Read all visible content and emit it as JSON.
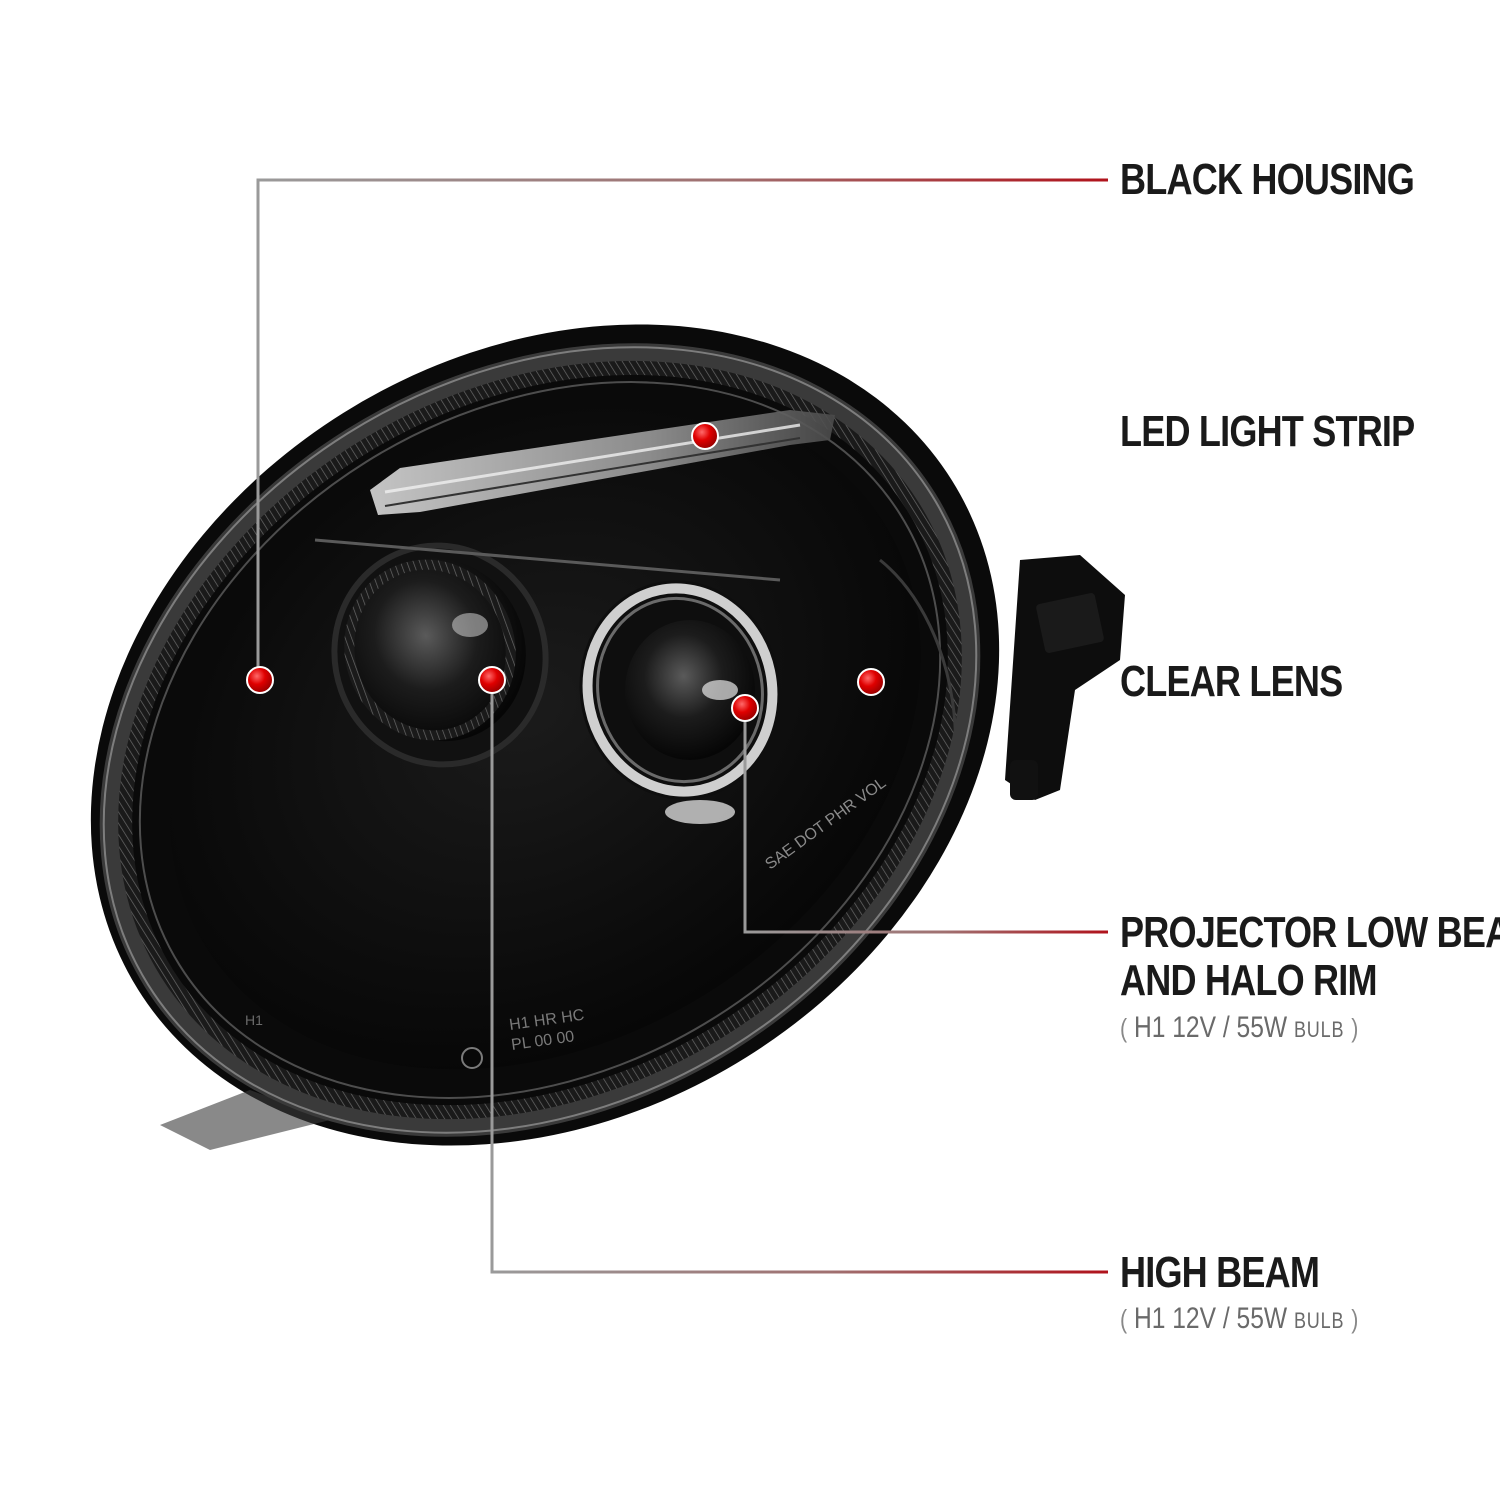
{
  "callouts": {
    "black_housing": {
      "label": "BLACK HOUSING"
    },
    "led_strip": {
      "label": "LED LIGHT STRIP"
    },
    "clear_lens": {
      "label": "CLEAR LENS"
    },
    "projector": {
      "label_line1": "PROJECTOR LOW BEAM",
      "label_line2": "AND HALO RIM",
      "spec": "H1 12V / 55W",
      "spec_unit": "BULB"
    },
    "high_beam": {
      "label": "HIGH BEAM",
      "spec": "H1 12V / 55W",
      "spec_unit": "BULB"
    }
  },
  "lens_markings": {
    "vol": "SAE DOT PHR VOL",
    "h1_left": "H1",
    "codes": "H1  HR  HC",
    "codes2": "PL  00  00"
  },
  "colors": {
    "callout_line_gray": "#9a9a9a",
    "callout_line_red": "#b0121b",
    "marker_red": "#e00000",
    "housing_black": "#0b0b0b"
  }
}
